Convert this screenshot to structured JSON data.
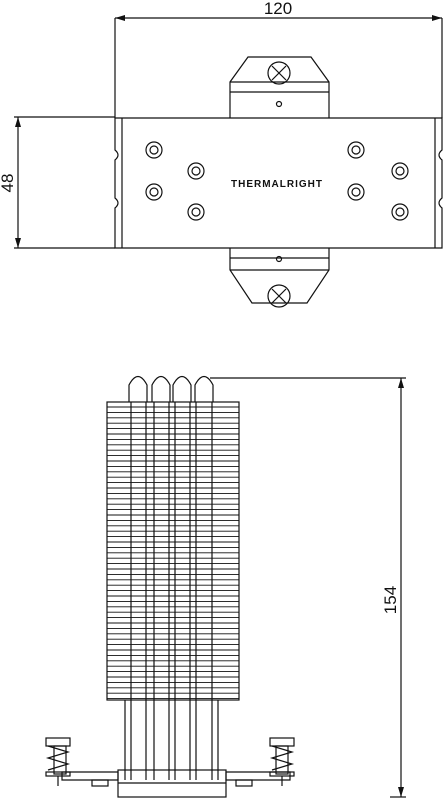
{
  "top_view": {
    "width_dimension": "120",
    "height_dimension": "48",
    "brand_logo": "THERMALRIGHT"
  },
  "side_view": {
    "height_dimension": "154"
  }
}
